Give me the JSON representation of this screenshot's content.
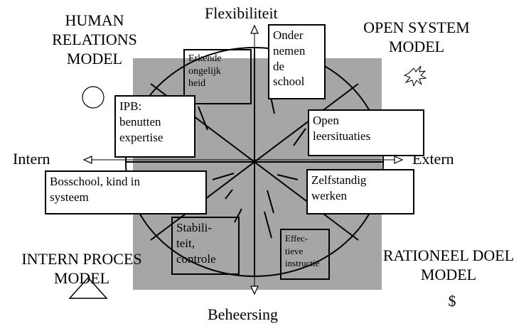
{
  "axes": {
    "top": "Flexibiliteit",
    "bottom": "Beheersing",
    "left": "Intern",
    "right": "Extern"
  },
  "quadrants": {
    "top_left": "HUMAN\nRELATIONS\nMODEL",
    "top_right": "OPEN SYSTEM\nMODEL",
    "bottom_left": "INTERN PROCES\nMODEL",
    "bottom_right": "RATIONEEL DOEL\nMODEL",
    "bottom_right_symbol": "$"
  },
  "symbols": {
    "top_left": "circle-icon",
    "top_right": "splash-icon",
    "bottom_left": "triangle-icon"
  },
  "boxes": {
    "onderzoek": "Onder\nnemen\nde\nschool",
    "erkende": "Erkende\nongelijk\nheid",
    "ipb": "IPB:\nbenutten\nexpertise",
    "open": "Open\nleersituaties",
    "bosschool": "Bosschool, kind in\nsysteem",
    "zelfstandig": "Zelfstandig\nwerken",
    "stabiliteit": "Stabili-\nteit,\ncontrole",
    "effectieve": "Effec-\ntieve\ninstructie"
  },
  "colors": {
    "gray_square": "#a6a6a6",
    "line": "#000000"
  }
}
